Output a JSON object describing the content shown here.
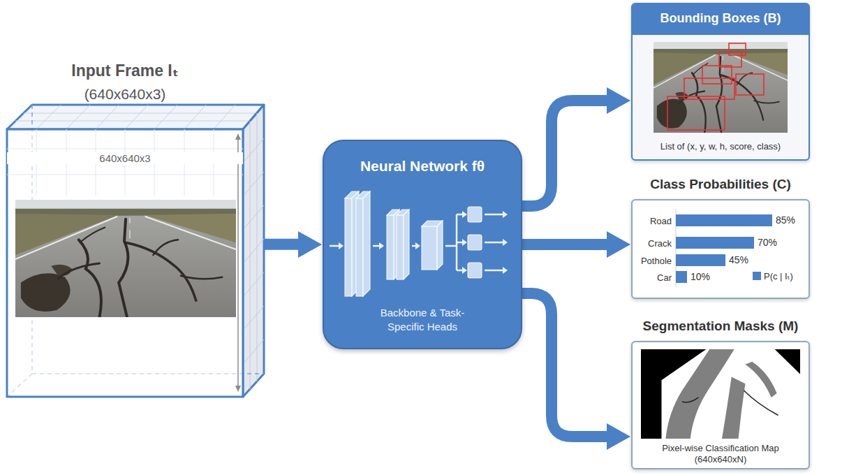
{
  "diagram": {
    "nodes": [
      {
        "text": [
          "Input Frame Iₜ",
          "(640x640x3)"
        ]
      },
      {
        "text": [
          "Neural Network fθ",
          "Backbone & Task-Specific Heads"
        ]
      },
      {
        "text": [
          "Bounding Boxes (B)",
          "List of (x, y, w, h, score, class)"
        ]
      },
      {
        "text": [
          "Class Probabilities (C)"
        ]
      },
      {
        "text": [
          "Segmentation Masks (M)",
          "Pixel-wise Classification Map (640x640xN)"
        ]
      }
    ],
    "edges": [
      {
        "from": 0,
        "to": 1,
        "arrow": "to"
      },
      {
        "from": 1,
        "to": 2,
        "arrow": "to"
      },
      {
        "from": 1,
        "to": 3,
        "arrow": "to"
      },
      {
        "from": 1,
        "to": 4,
        "arrow": "to"
      }
    ],
    "labels": [
      "640x640x3",
      "Road",
      "Crack",
      "Pothole",
      "Car",
      "85%",
      "70%",
      "45%",
      "10%"
    ],
    "legend": [
      {
        "text": "P(c | Iₜ)",
        "color": "#4a80c6"
      }
    ]
  }
}
